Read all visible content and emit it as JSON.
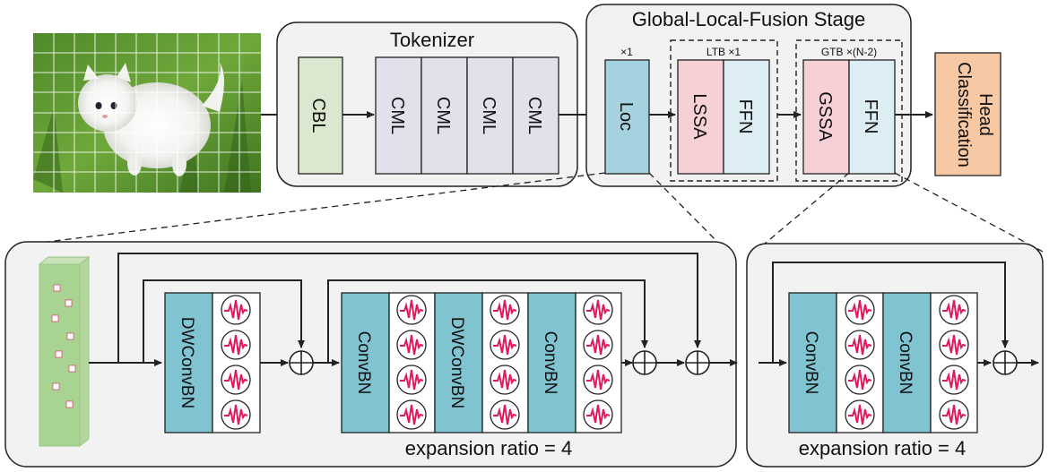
{
  "tokenizer": {
    "title": "Tokenizer",
    "cbl": "CBL",
    "cml": [
      "CML",
      "CML",
      "CML",
      "CML"
    ]
  },
  "fusion": {
    "title": "Global-Local-Fusion Stage",
    "loc_count": "×1",
    "loc": "Loc",
    "ltb_label": "LTB ×1",
    "lssa": "LSSA",
    "ffn1": "FFN",
    "gtb_label": "GTB ×(N-2)",
    "gssa": "GSSA",
    "ffn2": "FFN"
  },
  "head": {
    "label_line1": "Classification",
    "label_line2": "Head"
  },
  "loc_detail": {
    "dwconv1": "DWConvBN",
    "conv1": "ConvBN",
    "dwconv2": "DWConvBN",
    "conv2": "ConvBN",
    "expansion": "expansion ratio = 4"
  },
  "ffn_detail": {
    "conv1": "ConvBN",
    "conv2": "ConvBN",
    "expansion": "expansion ratio = 4"
  },
  "colors": {
    "cbl": "#dbe8cf",
    "cml": "#e3dfeb",
    "loc": "#a5d2df",
    "attn": "#f6d0d5",
    "ffn": "#dceef3",
    "head": "#f6c8a4",
    "conv": "#7fc4d0",
    "wave": "#e0195a",
    "panel": "#f2f2f2"
  },
  "icons": {
    "input_image": "kitten-photo-with-grid",
    "feature_map": "green-feature-map-icon",
    "activation": "activation-wave-icon",
    "add": "circled-plus-icon"
  }
}
